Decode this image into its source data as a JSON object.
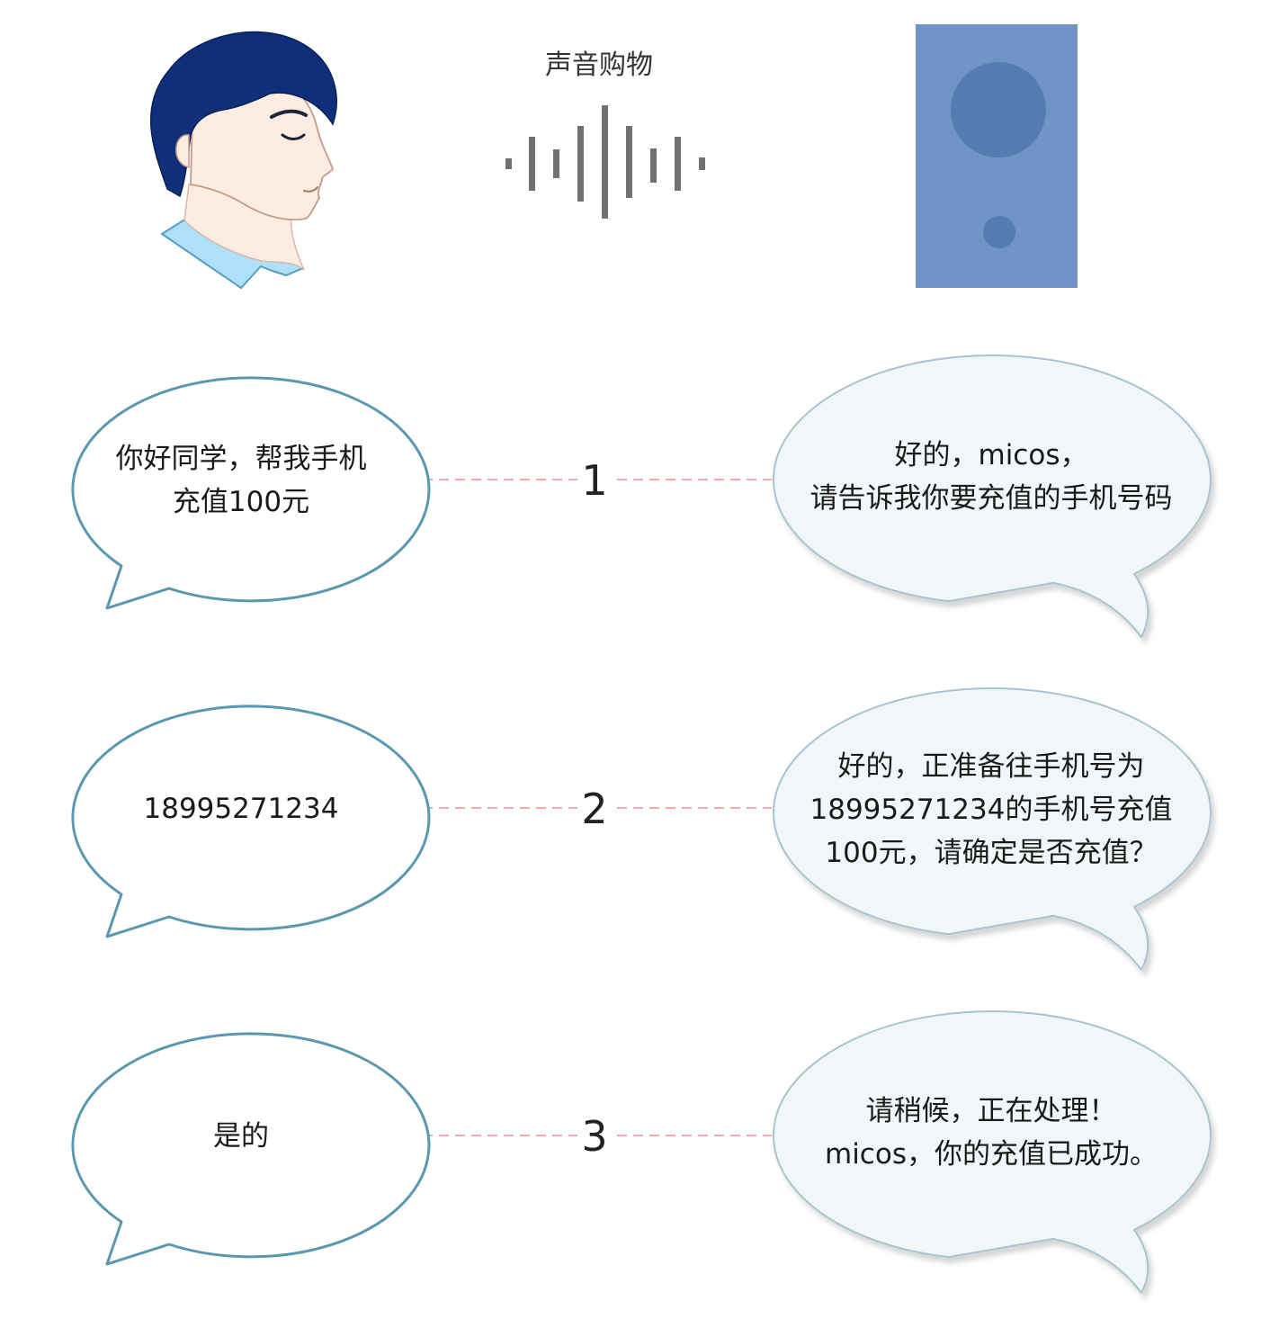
{
  "title": "声音购物",
  "colors": {
    "user_bubble_stroke": "#5b97ae",
    "user_bubble_fill": "#ffffff",
    "device_bubble_stroke": "#a9c3cf",
    "device_bubble_fill": "#f1f6f9",
    "connector": "#f2aaaa",
    "device_body": "#7094c7",
    "device_circle": "#547cb0",
    "hair": "#0f2f7a",
    "skin": "#fcece2",
    "collar": "#aee0f8",
    "wave": "#707070"
  },
  "icons": {
    "user": "person-head-icon",
    "wave": "sound-wave-icon",
    "device": "smart-speaker-icon"
  },
  "steps": [
    {
      "number": "1",
      "user": [
        "你好同学，帮我手机",
        "充值100元"
      ],
      "device": [
        "好的，micos，",
        "请告诉我你要充值的手机号码"
      ]
    },
    {
      "number": "2",
      "user": [
        "18995271234"
      ],
      "device": [
        "好的，正准备往手机号为",
        "18995271234的手机号充值",
        "100元，请确定是否充值？"
      ]
    },
    {
      "number": "3",
      "user": [
        "是的"
      ],
      "device": [
        "请稍候，正在处理！",
        "micos，你的充值已成功。"
      ]
    }
  ]
}
